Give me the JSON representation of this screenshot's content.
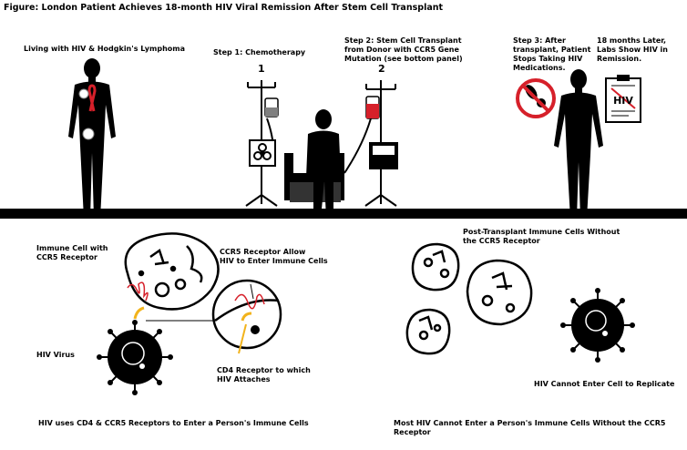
{
  "title": "Figure: London Patient Achieves 18-month HIV Viral Remission After Stem Cell Transplant",
  "top": {
    "patient_label": "Living with HIV & Hodgkin's Lymphoma",
    "step1_label": "Step 1: Chemotherapy",
    "step1_number": "1",
    "step2_label": "Step 2: Stem Cell Transplant\nfrom Donor with CCR5 Gene\nMutation (see bottom panel)",
    "step2_number": "2",
    "step3_label": "Step 3: After\ntransplant, Patient\nStops Taking HIV\nMedications.",
    "remission_label": "18 months Later,\nLabs Show HIV in\nRemission.",
    "clipboard_text": "HIV"
  },
  "bottom_left": {
    "immune_cell_label": "Immune Cell with\nCCR5 Receptor",
    "ccr5_label": "CCR5 Receptor Allow\nHIV to Enter Immune Cells",
    "hiv_virus_label": "HIV Virus",
    "cd4_label": "CD4 Receptor to which\nHIV Attaches",
    "caption": "HIV uses CD4 & CCR5 Receptors to Enter a Person's Immune Cells"
  },
  "bottom_right": {
    "post_transplant_label": "Post-Transplant Immune Cells Without\nthe CCR5 Receptor",
    "cannot_enter_label": "HIV Cannot Enter Cell to Replicate",
    "caption": "Most HIV Cannot Enter a Person's Immune Cells Without the CCR5 Receptor"
  },
  "colors": {
    "ink": "#000000",
    "red": "#d6202a",
    "yellow": "#f2b31c",
    "gray": "#808080"
  }
}
